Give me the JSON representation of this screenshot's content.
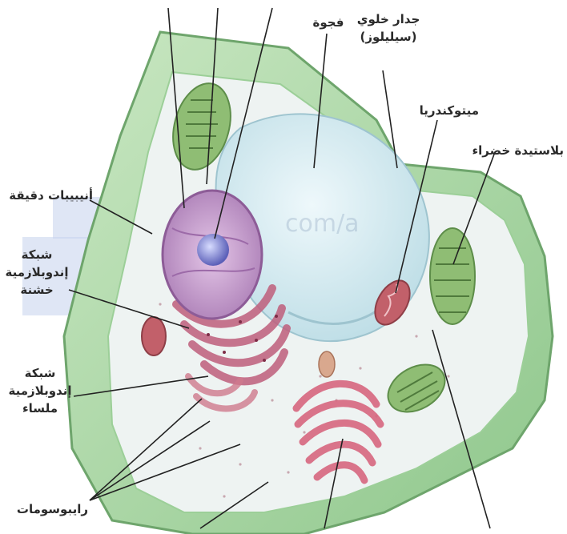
{
  "labels": {
    "vacuole": "فجوة",
    "cell_wall": "جدار خلوي\n(سيليلوز)",
    "mitochondria": "ميتوكندريا",
    "chloroplast": "بلاستيدة خضراء",
    "microtubules": "أنيبيبات دقيقة",
    "rough_er": "شبكة\nإندوبلازمية\nخشنة",
    "smooth_er": "شبكة\nإندوبلازمية\nملساء",
    "ribosomes": "رايبوسومات"
  },
  "watermark": "com/a",
  "colors": {
    "cell_wall": "#a9d6a4",
    "vacuole": "#cfe6ec",
    "nucleus": "#c9a2cc",
    "er": "#c66b85",
    "chloroplast": "#7fae66",
    "mitochondria": "#b8525b",
    "label_text": "#2a2a2a",
    "leader_line": "#222222"
  }
}
